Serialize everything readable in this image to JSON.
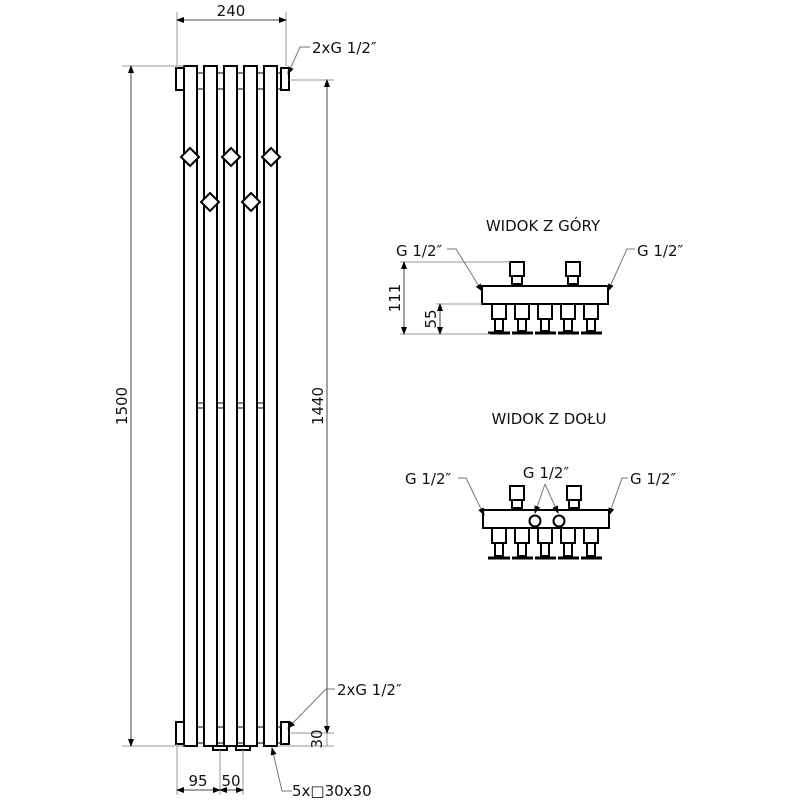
{
  "front_view": {
    "dimensions": {
      "width_total": "240",
      "height_total": "1500",
      "connection_spacing": "1440",
      "bottom_offset": "30",
      "side_offset": "95",
      "center_spacing": "50"
    },
    "callouts": {
      "top_connection": "2xG 1/2″",
      "bottom_connection": "2xG 1/2″",
      "tube_profile": "5x□30x30"
    }
  },
  "top_view": {
    "title": "WIDOK Z GÓRY",
    "left_connection": "G 1/2″",
    "right_connection": "G 1/2″",
    "dim_depth_total": "111",
    "dim_depth_wall": "55"
  },
  "bottom_view": {
    "title": "WIDOK Z DOŁU",
    "left_connection": "G 1/2″",
    "center_connection": "G 1/2″",
    "right_connection": "G 1/2″"
  },
  "colors": {
    "line": "#000000",
    "dimension_line": "#9a9a9a",
    "background": "#ffffff"
  }
}
